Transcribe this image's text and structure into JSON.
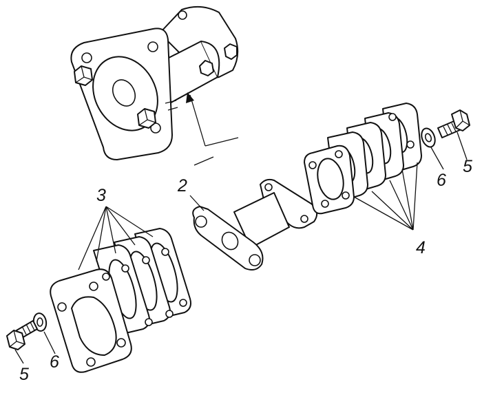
{
  "callouts": {
    "label_2": "2",
    "label_3": "3",
    "label_4": "4",
    "label_5_right": "5",
    "label_6_right": "6",
    "label_5_left": "5",
    "label_6_left": "6"
  }
}
